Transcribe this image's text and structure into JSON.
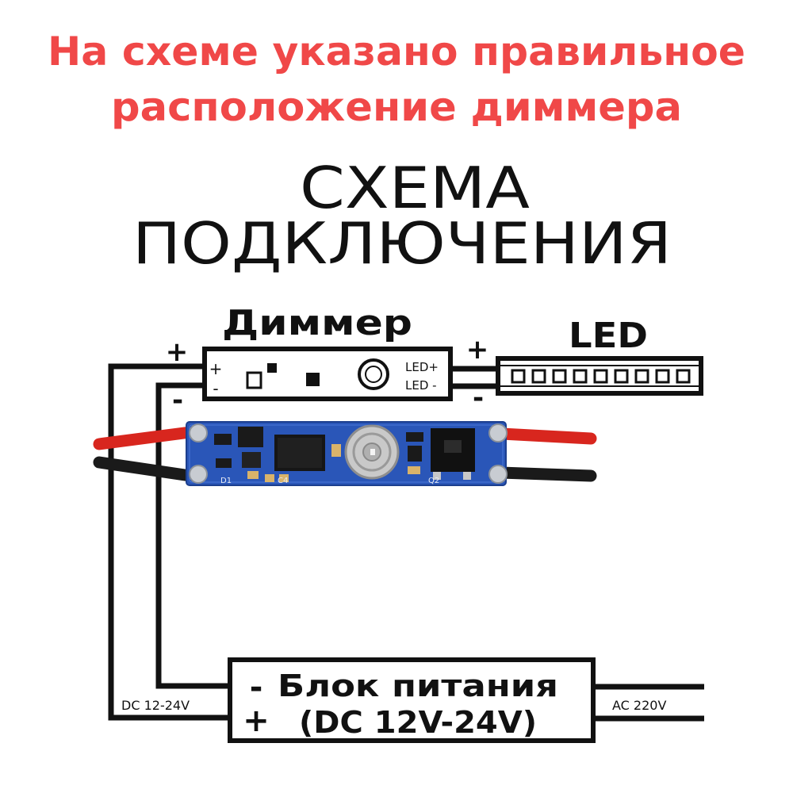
{
  "header": {
    "line1": "На схеме указано правильное",
    "line2": "расположение диммера",
    "color": "#f04848"
  },
  "title": {
    "line1": "СХЕМА",
    "line2": "ПОДКЛЮЧЕНИЯ"
  },
  "dimmer": {
    "label": "Диммер",
    "plus": "+",
    "minus": "-",
    "led_plus": "LED+",
    "led_minus": "LED -"
  },
  "led": {
    "label": "LED",
    "plus": "+",
    "minus": "-"
  },
  "input_wire": {
    "plus": "+",
    "minus": "-"
  },
  "pcb": {
    "silk_d1": "D1",
    "silk_c4": "C4",
    "silk_q2": "Q2",
    "board_color": "#2a56b8",
    "red_wire_color": "#d8261e",
    "black_wire_color": "#1a1a1a"
  },
  "psu": {
    "label_line1": "Блок питания",
    "label_line2": "(DC 12V-24V)",
    "minus": "-",
    "plus": "+",
    "dc_label": "DC 12-24V",
    "ac_label": "AC 220V"
  }
}
